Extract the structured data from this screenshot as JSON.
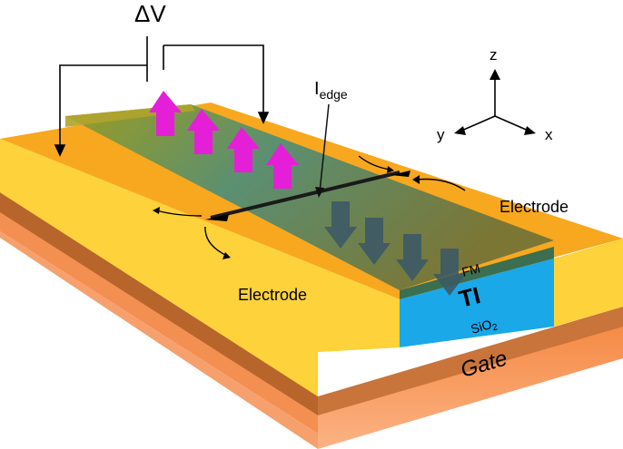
{
  "labels": {
    "voltage": "ΔV",
    "current_main": "I",
    "current_sub": "edge",
    "electrode_left": "Electrode",
    "electrode_right": "Electrode",
    "fm": "FM",
    "ti": "TI",
    "sio2_main": "SiO",
    "sio2_sub": "2",
    "gate": "Gate"
  },
  "axes": {
    "z": "z",
    "y": "y",
    "x": "x"
  },
  "colors": {
    "electrode": "#f7a81f",
    "electrode_face": "#fdd23a",
    "ti": "#1aa8e8",
    "sio2": "#c8743a",
    "gate": "#f49a55",
    "fm_film": "#4e8a7e",
    "spin_up": "#e51fd8",
    "spin_down": "#3d5a66"
  }
}
